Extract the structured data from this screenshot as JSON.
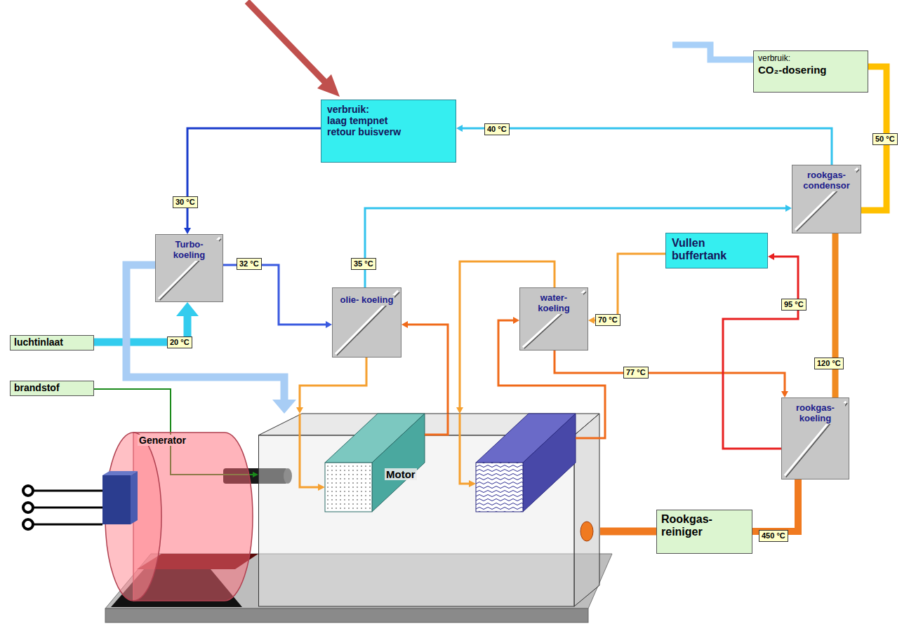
{
  "diagram": {
    "nodes": [
      {
        "text": [
          "verbruik:",
          "laag tempnet retour buisverw"
        ]
      },
      {
        "text": [
          "verbruik:",
          "CO₂-dosering"
        ]
      },
      {
        "text": [
          "Turbo- koeling"
        ]
      },
      {
        "text": [
          "olie- koeling"
        ]
      },
      {
        "text": [
          "water- koeling"
        ]
      },
      {
        "text": [
          "Vullen buffertank"
        ]
      },
      {
        "text": [
          "rookgas- condensor"
        ]
      },
      {
        "text": [
          "rookgas- koeling"
        ]
      },
      {
        "text": [
          "luchtinlaat"
        ]
      },
      {
        "text": [
          "brandstof"
        ]
      },
      {
        "text": [
          "Motor"
        ]
      },
      {
        "text": [
          "Generator"
        ]
      },
      {
        "text": [
          "Rookgas- reiniger"
        ]
      }
    ],
    "edges": [
      {
        "from": 6,
        "to": 0,
        "arrow": "to",
        "label": "40 °C"
      },
      {
        "from": 0,
        "to": 2,
        "arrow": "to",
        "label": "30 °C"
      },
      {
        "from": 2,
        "to": 3,
        "arrow": "to",
        "label": "32 °C"
      },
      {
        "from": 3,
        "to": 6,
        "arrow": "to",
        "label": "35 °C"
      },
      {
        "from": 8,
        "to": 2,
        "arrow": "to",
        "label": "20 °C"
      },
      {
        "from": 2,
        "to": 10,
        "arrow": "to"
      },
      {
        "from": 9,
        "to": 10,
        "arrow": "to"
      },
      {
        "from": 10,
        "to": 3,
        "arrow": "to"
      },
      {
        "from": 3,
        "to": 10,
        "arrow": "to"
      },
      {
        "from": 10,
        "to": 4,
        "arrow": "to"
      },
      {
        "from": 4,
        "to": 10,
        "arrow": "to"
      },
      {
        "from": 5,
        "to": 4,
        "arrow": "to",
        "label": "70 °C"
      },
      {
        "from": 4,
        "to": 7,
        "arrow": "to",
        "label": "77 °C"
      },
      {
        "from": 7,
        "to": 5,
        "arrow": "to",
        "label": "95 °C"
      },
      {
        "from": 10,
        "to": 12,
        "arrow": "none"
      },
      {
        "from": 12,
        "to": 7,
        "arrow": "none",
        "label": "450 °C"
      },
      {
        "from": 7,
        "to": 6,
        "arrow": "none",
        "label": "120 °C"
      },
      {
        "from": 6,
        "to": 1,
        "arrow": "none",
        "label": "50 °C"
      }
    ]
  }
}
